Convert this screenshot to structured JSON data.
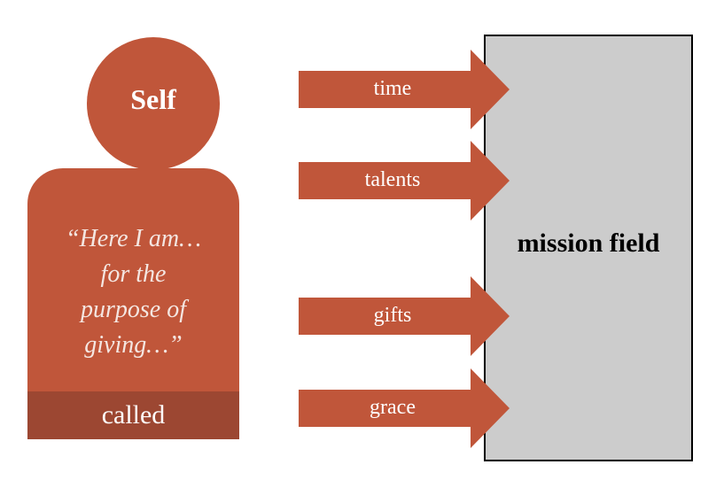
{
  "colors": {
    "accent": "#c0563a",
    "accent_dark": "#9c4732",
    "field_fill": "#cccccc",
    "field_border": "#000000",
    "text_light": "#ffffff"
  },
  "person": {
    "head_label": "Self",
    "quote_lines": [
      "“Here I am…",
      "for the",
      "purpose of",
      "giving…”"
    ],
    "base_label": "called"
  },
  "arrows": [
    {
      "label": "time"
    },
    {
      "label": "talents"
    },
    {
      "label": "gifts"
    },
    {
      "label": "grace"
    }
  ],
  "target": {
    "label": "mission field"
  }
}
